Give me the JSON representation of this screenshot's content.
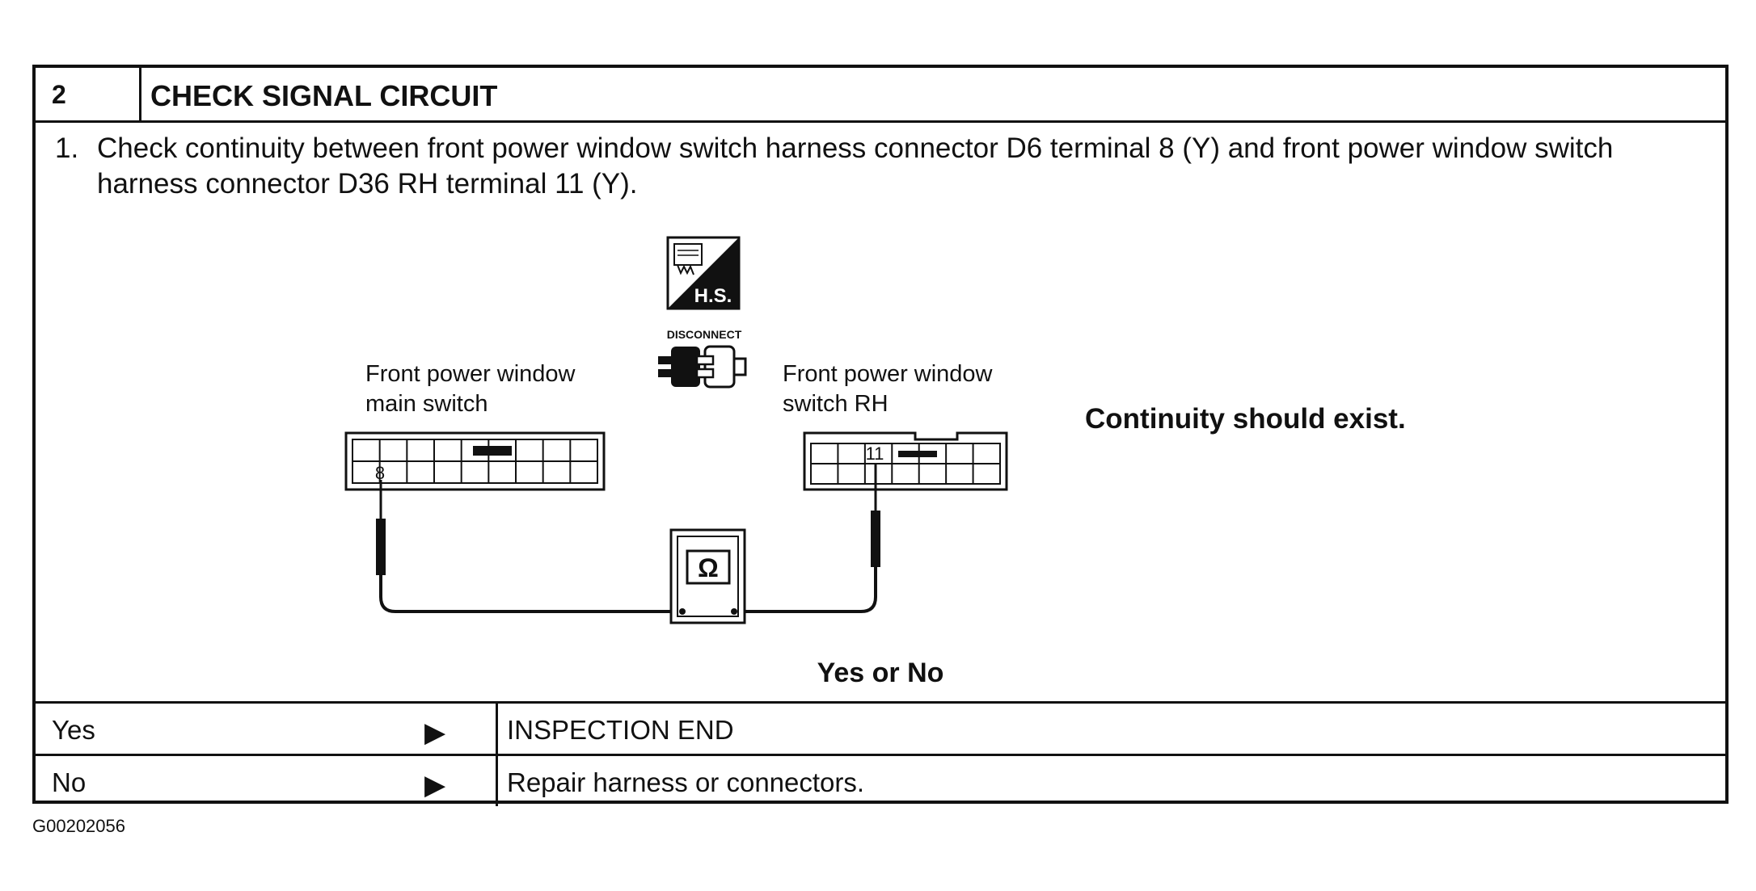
{
  "step": {
    "number": "2",
    "title": "CHECK SIGNAL CIRCUIT"
  },
  "instruction": {
    "number": "1.",
    "text": "Check continuity between front power window switch harness connector D6 terminal 8 (Y) and front power window switch harness connector D36 RH terminal 11 (Y)."
  },
  "diagram": {
    "hs_label": "H.S.",
    "disconnect_label": "DISCONNECT",
    "left_connector": {
      "label_line1": "Front power window",
      "label_line2": "main switch",
      "pin": "8"
    },
    "right_connector": {
      "label_line1": "Front power window",
      "label_line2": "switch RH",
      "pin": "11"
    },
    "meter_symbol": "Ω",
    "result_text": "Continuity should exist."
  },
  "question": "Yes or No",
  "outcomes": [
    {
      "label": "Yes",
      "arrow": "▶",
      "result": "INSPECTION END"
    },
    {
      "label": "No",
      "arrow": "▶",
      "result": "Repair harness or connectors."
    }
  ],
  "figure_code": "G00202056"
}
